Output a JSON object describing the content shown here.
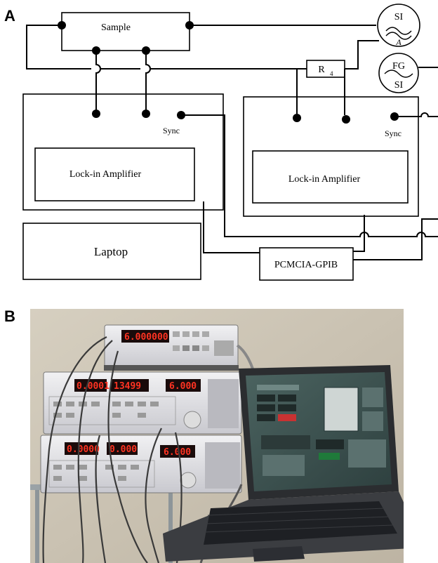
{
  "panel_a": {
    "letter": "A",
    "sample": "Sample",
    "resistor": "R",
    "resistor_sub": "4",
    "si_top": "SI",
    "si_bottom": "A",
    "fg_top": "FG",
    "fg_bottom": "SI",
    "sync_left": "Sync",
    "sync_right": "Sync",
    "lockin_left": "Lock-in Amplifier",
    "lockin_right": "Lock-in Amplifier",
    "laptop": "Laptop",
    "gpib": "PCMCIA-GPIB"
  },
  "panel_b": {
    "letter": "B",
    "displays": {
      "fg": "6.000000",
      "li1_a": "0.0001",
      "li1_b": "13499",
      "li1_c": "6.000",
      "li2_a": "0.0000",
      "li2_b": "0.000",
      "li2_c": "6.000"
    },
    "colors": {
      "wall": "#c9c1b1",
      "instrument": "#e4e4e6",
      "led": "#ff3322",
      "laptop_body": "#2b2d30",
      "screen": "#3f5553"
    }
  }
}
